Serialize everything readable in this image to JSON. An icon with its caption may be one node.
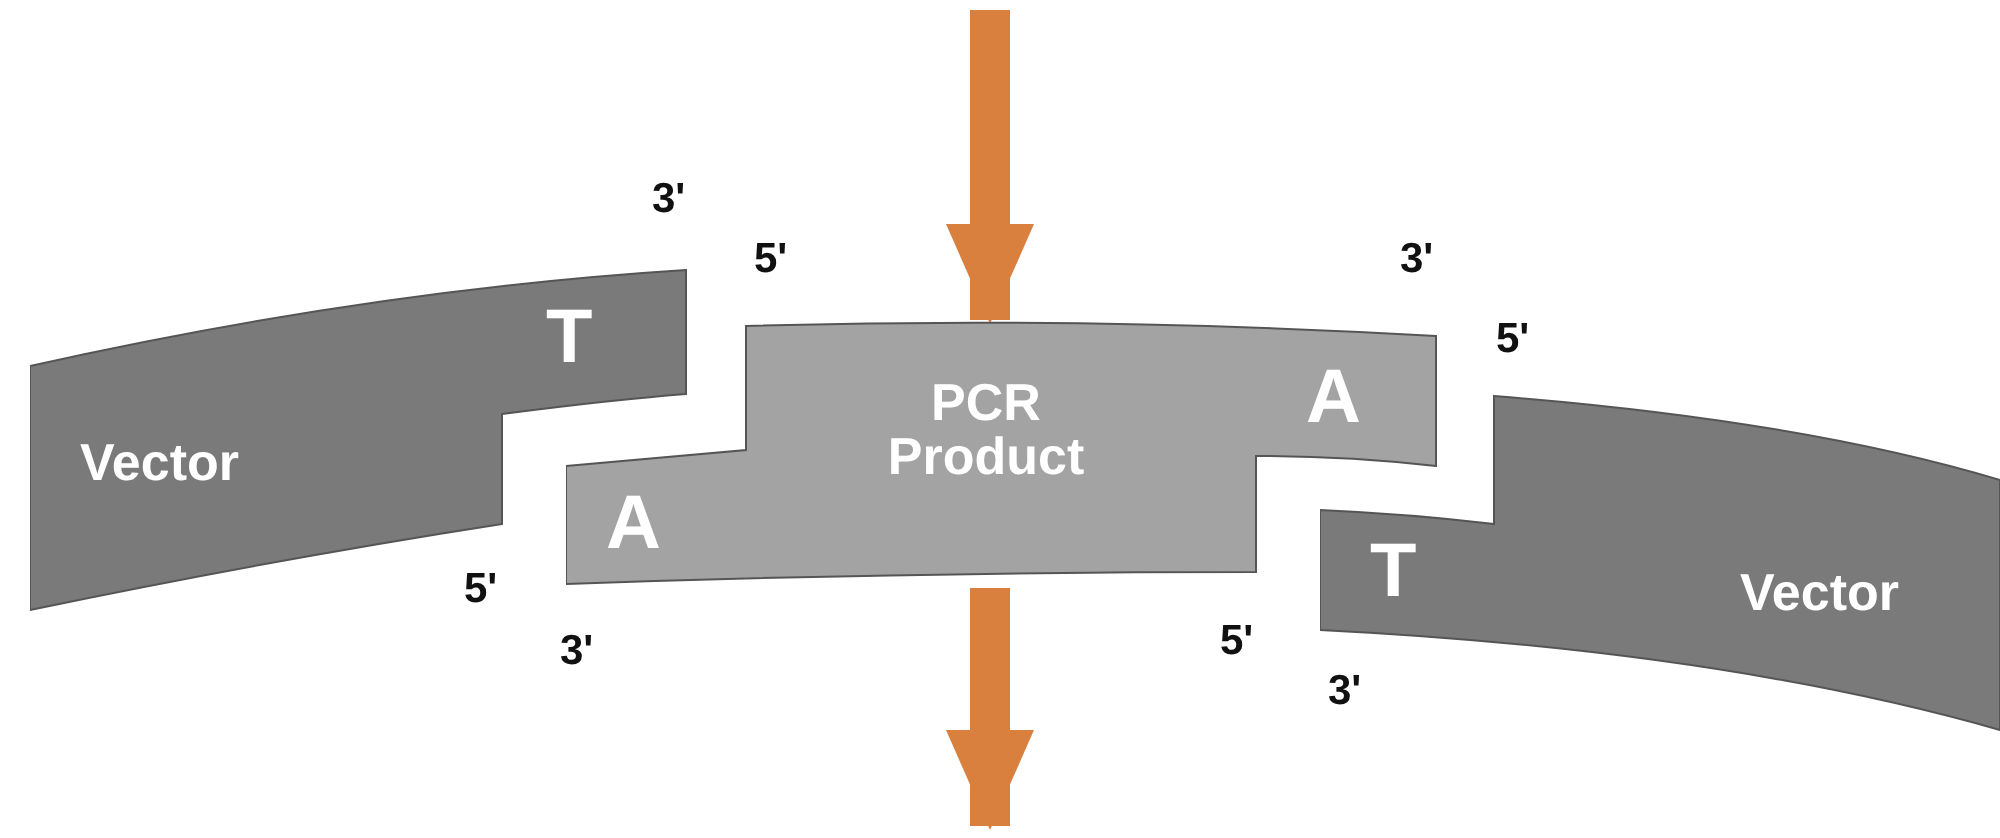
{
  "diagram": {
    "nodes": [
      {
        "text": [
          "T",
          "Vector"
        ]
      },
      {
        "text": [
          "A",
          "PCR Product",
          "A"
        ]
      },
      {
        "text": [
          "T",
          "Vector"
        ]
      }
    ],
    "edges": [
      {
        "from": null,
        "to": 1,
        "arrow": "to"
      },
      {
        "from": 1,
        "to": null,
        "arrow": "to"
      }
    ],
    "labels": [
      "3'",
      "5'",
      "3'",
      "5'",
      "5'",
      "3'",
      "5'",
      "3'"
    ]
  }
}
